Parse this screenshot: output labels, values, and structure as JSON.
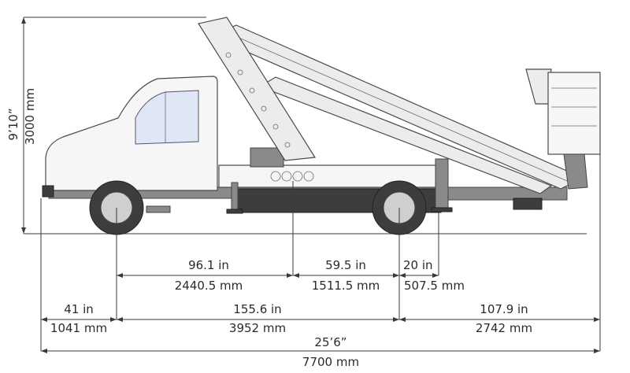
{
  "height": {
    "imperial": "9’10”",
    "metric": "3000 mm"
  },
  "upper_dims": [
    {
      "imperial": "96.1 in",
      "metric": "2440.5 mm"
    },
    {
      "imperial": "59.5 in",
      "metric": "1511.5 mm"
    },
    {
      "imperial": "20 in",
      "metric": "507.5 mm"
    }
  ],
  "lower_dims": [
    {
      "imperial": "41 in",
      "metric": "1041 mm"
    },
    {
      "imperial": "155.6 in",
      "metric": "3952 mm"
    },
    {
      "imperial": "107.9 in",
      "metric": "2742 mm"
    }
  ],
  "overall": {
    "imperial": "25’6”",
    "metric": "7700 mm"
  },
  "colors": {
    "line": "#3a3a3a",
    "vehicle_body": "#f6f6f6",
    "tyre": "#3d3d3d",
    "glass": "#dfe7f7"
  }
}
